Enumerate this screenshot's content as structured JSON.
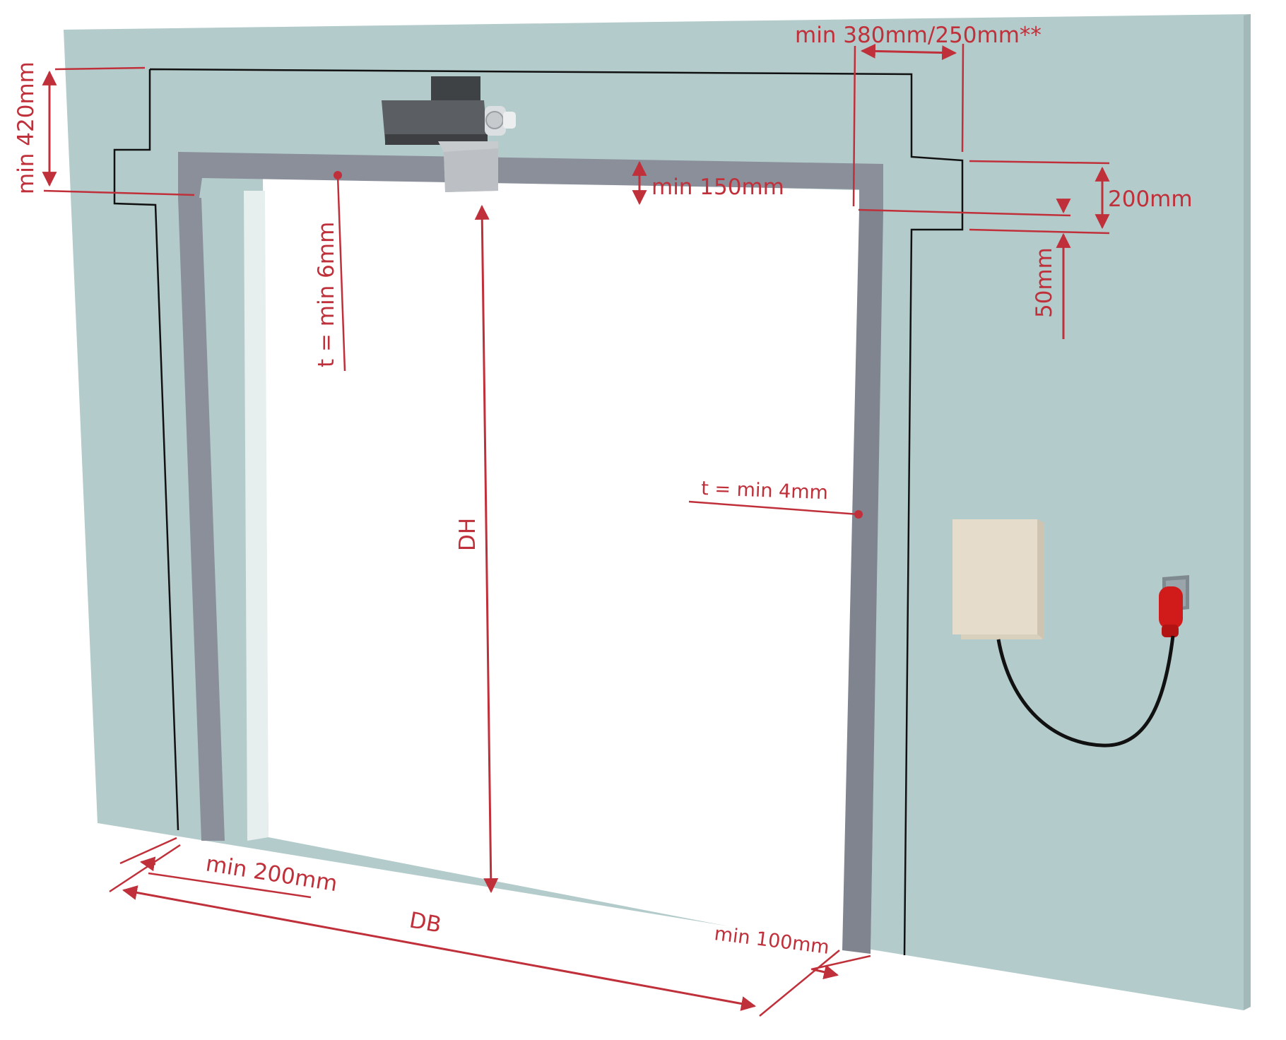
{
  "labels": {
    "min_380": "min 380mm/250mm**",
    "min_420": "min 420mm",
    "min_150": "min 150mm",
    "d200_right": "200mm",
    "d50": "50mm",
    "t6": "t = min 6mm",
    "t4": "t = min 4mm",
    "dh": "DH",
    "db": "DB",
    "min_200": "min 200mm",
    "min_100": "min 100mm"
  },
  "colors": {
    "wall": "#b4cbcb",
    "wall_edge": "#a9bfc0",
    "frame": "#8a8f9a",
    "frame_dark": "#7b808b",
    "dimension": "#c0303a",
    "motor": "#5b5e62",
    "control_box": "#e6dccb",
    "plug": "#d11a1a",
    "cable": "#111111"
  },
  "icons": {
    "motor": "motor-drive-icon",
    "control_box": "control-box-icon",
    "plug": "cee-plug-icon"
  }
}
